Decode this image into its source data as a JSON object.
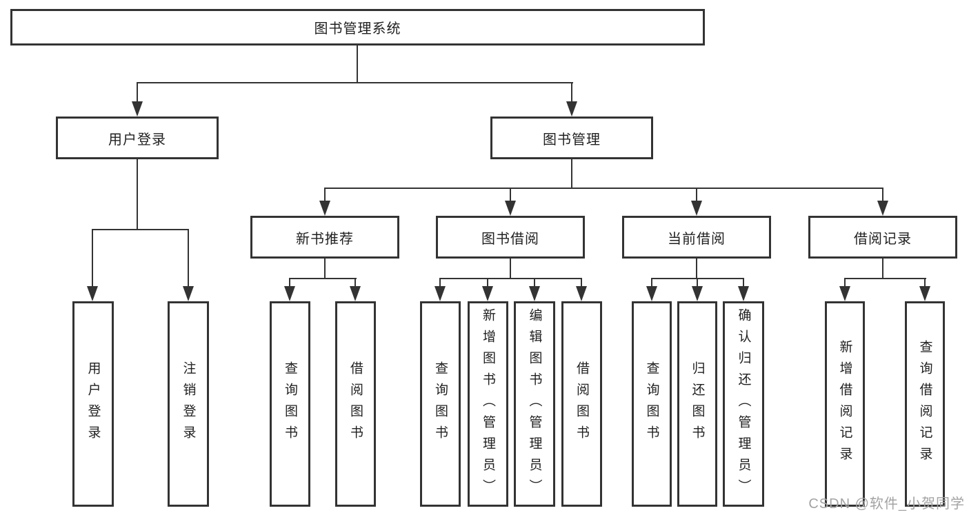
{
  "colors": {
    "line": "#333333",
    "text": "#1f1f1f",
    "watermark": "#a3a3a3",
    "box_bg": "#ffffff"
  },
  "diagram": {
    "type": "hierarchy-flowchart",
    "root": {
      "label": "图书管理系统"
    },
    "level2": [
      {
        "label": "用户登录"
      },
      {
        "label": "图书管理"
      }
    ],
    "level3": [
      {
        "label": "新书推荐"
      },
      {
        "label": "图书借阅"
      },
      {
        "label": "当前借阅"
      },
      {
        "label": "借阅记录"
      }
    ],
    "leaves": {
      "user_login": [
        "用户登录",
        "注销登录"
      ],
      "new_book_recommend": [
        "查询图书",
        "借阅图书"
      ],
      "book_borrow": [
        "查询图书",
        "新增图书（管理员）",
        "编辑图书（管理员）",
        "借阅图书"
      ],
      "current_borrow": [
        "查询图书",
        "归还图书",
        "确认归还（管理员）"
      ],
      "borrow_records": [
        "新增借阅记录",
        "查询借阅记录"
      ]
    }
  },
  "watermark": {
    "text": "CSDN @软件_小贺同学"
  }
}
